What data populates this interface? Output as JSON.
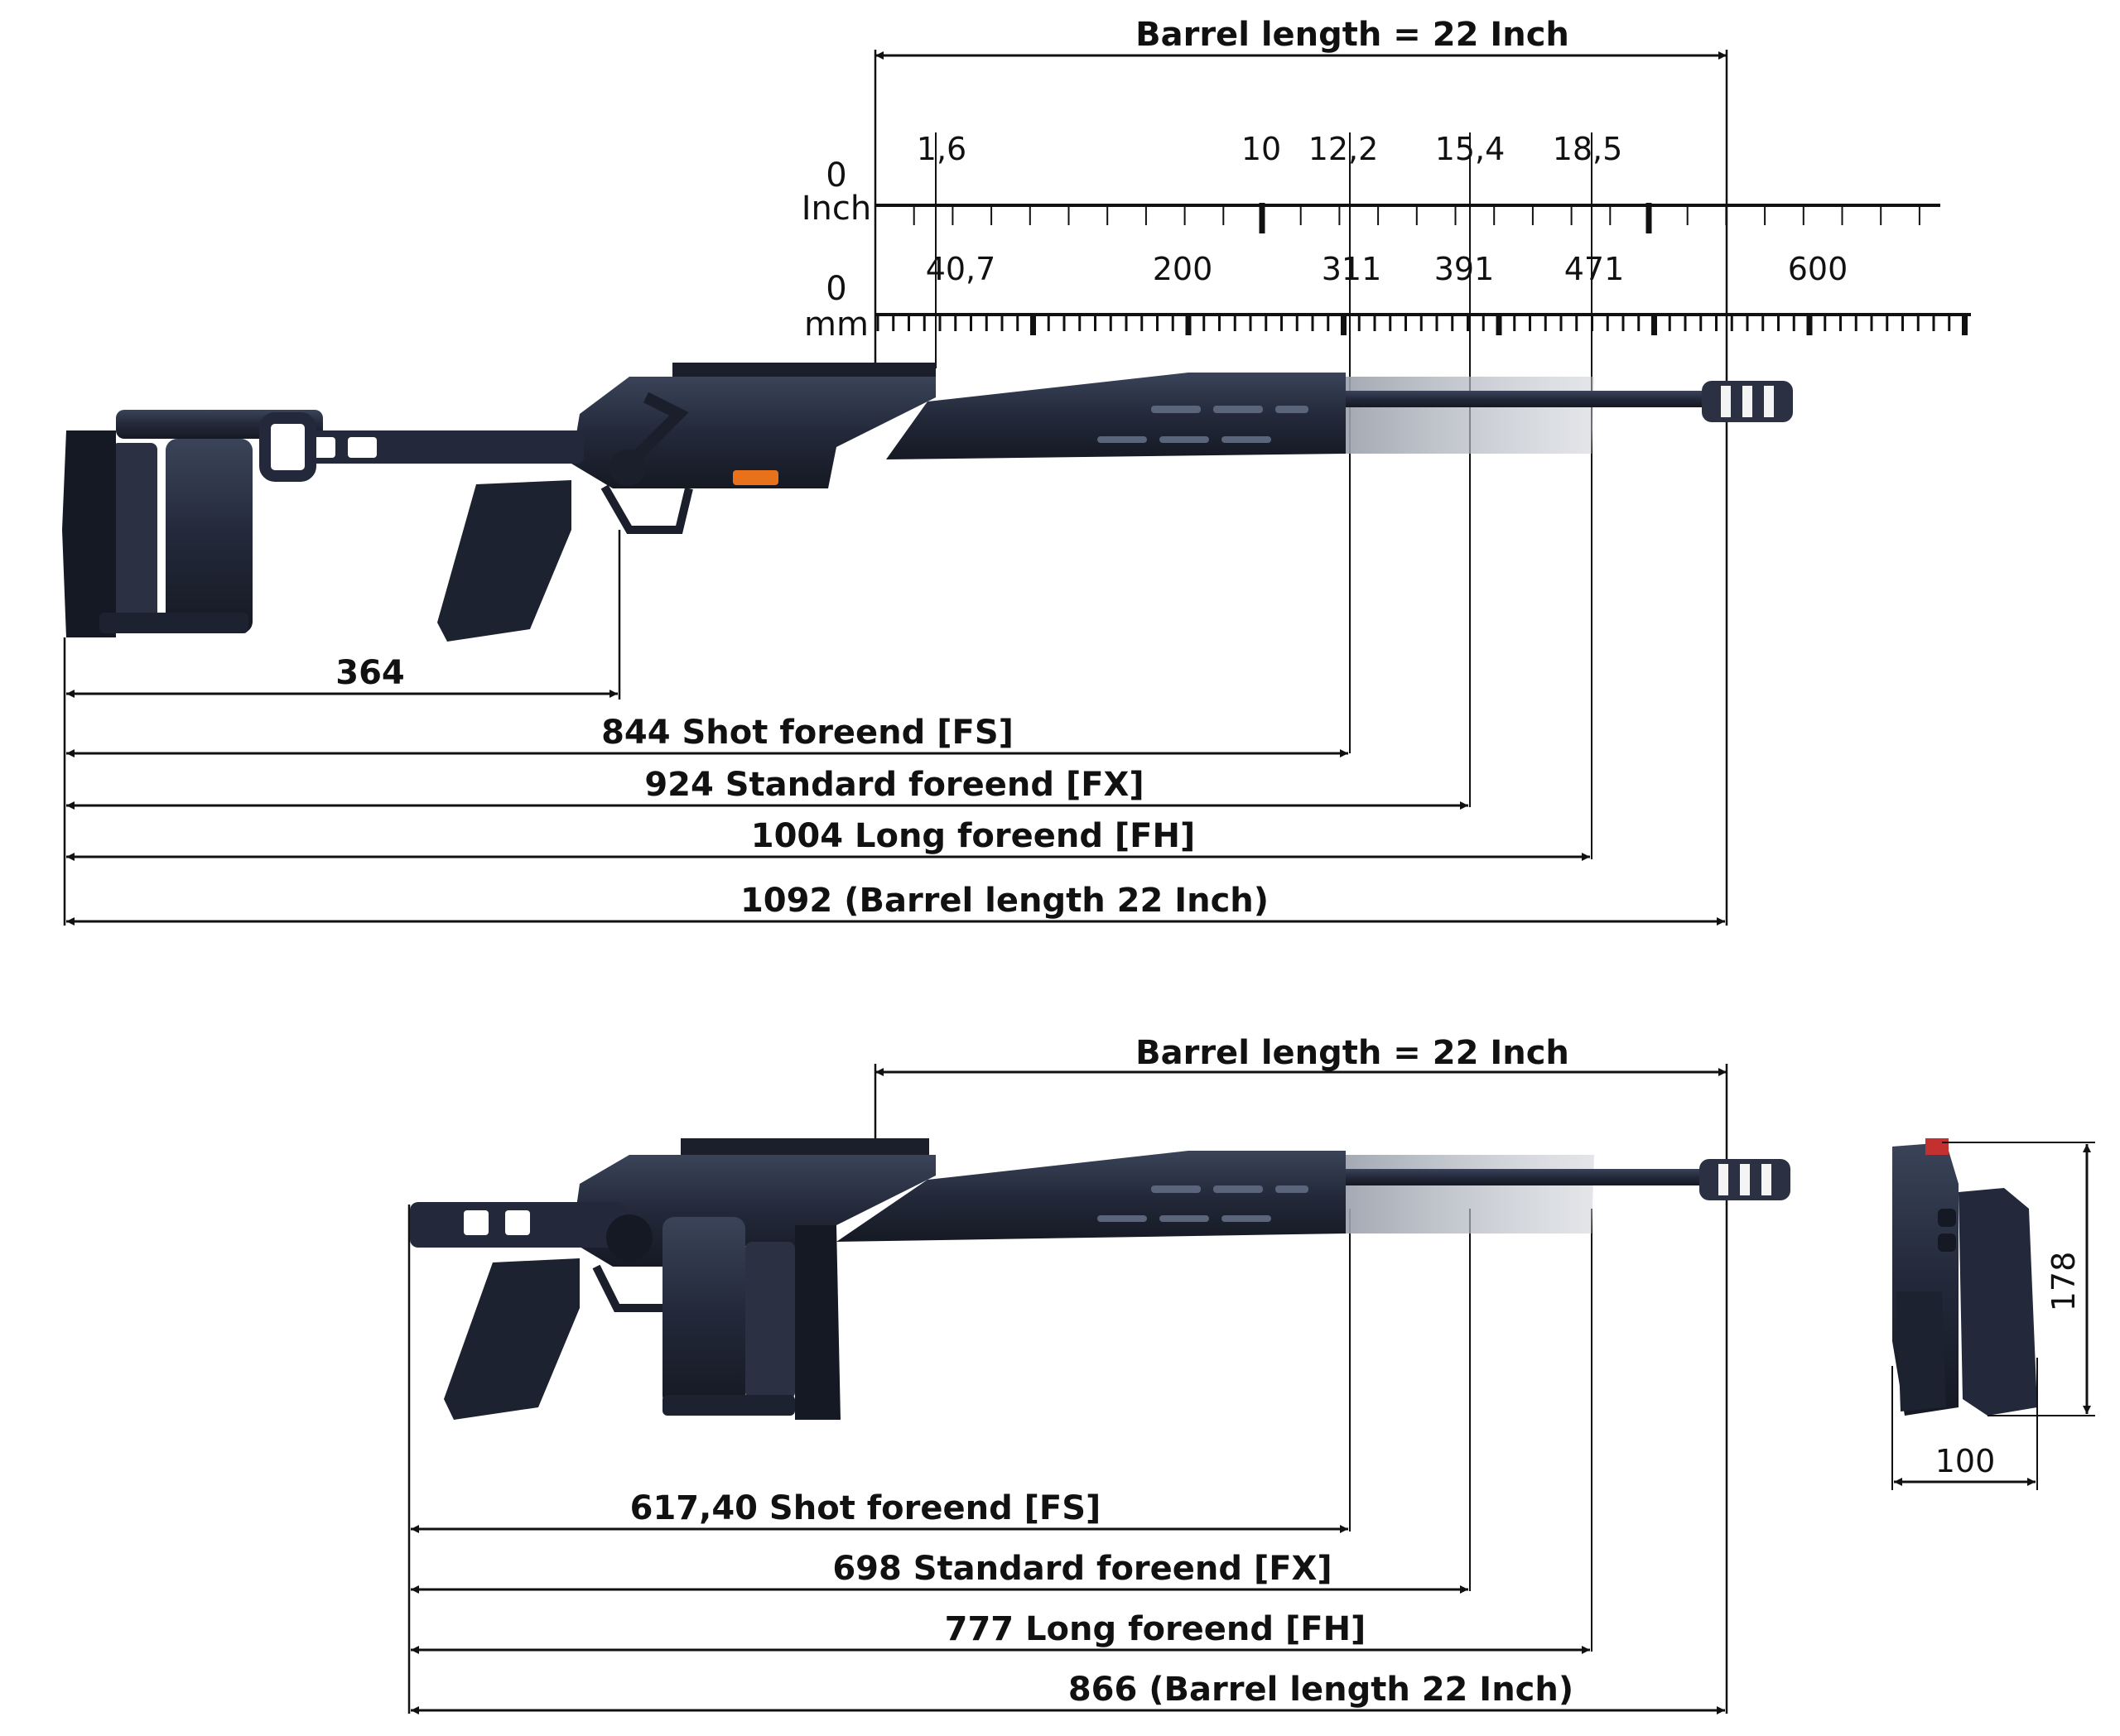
{
  "colors": {
    "rifle_body": "#23293a",
    "rifle_dark": "#151923",
    "rifle_highlight": "#3a4358",
    "accent_orange": "#e8721c",
    "foreend_ghost": "#9aa0ab",
    "dimension_line": "#111111"
  },
  "scale": {
    "inch_zero": "0",
    "inch_unit": "Inch",
    "mm_zero": "0",
    "mm_unit": "mm",
    "inch_ticks": [
      "1,6",
      "10",
      "12,2",
      "15,4",
      "18,5"
    ],
    "mm_ticks": [
      "40,7",
      "200",
      "311",
      "391",
      "471",
      "600"
    ]
  },
  "extended": {
    "barrel_label": "Barrel length = 22 Inch",
    "dims": [
      {
        "label": "364"
      },
      {
        "label": "844  Shot foreend [FS]"
      },
      {
        "label": "924 Standard foreend [FX]"
      },
      {
        "label": "1004 Long foreend [FH]"
      },
      {
        "label": "1092 (Barrel length 22 Inch)"
      }
    ]
  },
  "folded": {
    "barrel_label": "Barrel length = 22 Inch",
    "dims": [
      {
        "label": "617,40  Shot foreend [FS]"
      },
      {
        "label": "698 Standard foreend [FX]"
      },
      {
        "label": "777 Long foreend [FH]"
      },
      {
        "label": "866 (Barrel length 22 Inch)"
      }
    ]
  },
  "end_view": {
    "height_label": "178",
    "width_label": "100"
  }
}
